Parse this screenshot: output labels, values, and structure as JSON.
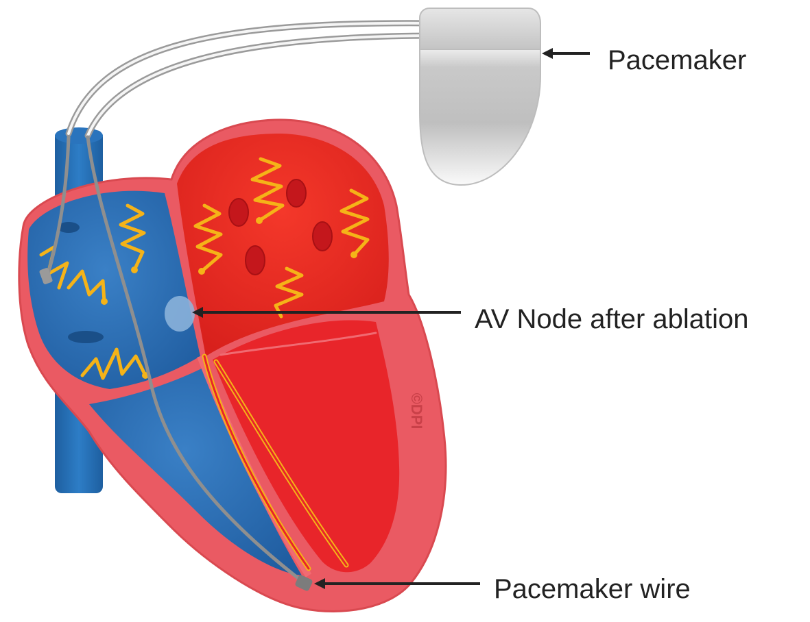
{
  "labels": {
    "pacemaker": "Pacemaker",
    "av_node": "AV Node after ablation",
    "pacemaker_wire": "Pacemaker wire"
  },
  "watermark": "©DPI",
  "colors": {
    "heart_wall": "#ea5a63",
    "left_chamber": "#ec2c22",
    "right_chamber": "#2c6fb6",
    "vessel": "#2370b8",
    "signal_wave": "#f5b318",
    "pacemaker_body": "#d9d9d9",
    "lead_wire": "#8a8a8a",
    "pointer": "#222222"
  },
  "icons": [
    "pacemaker-device",
    "heart-cross-section",
    "electrical-signal-wave"
  ]
}
